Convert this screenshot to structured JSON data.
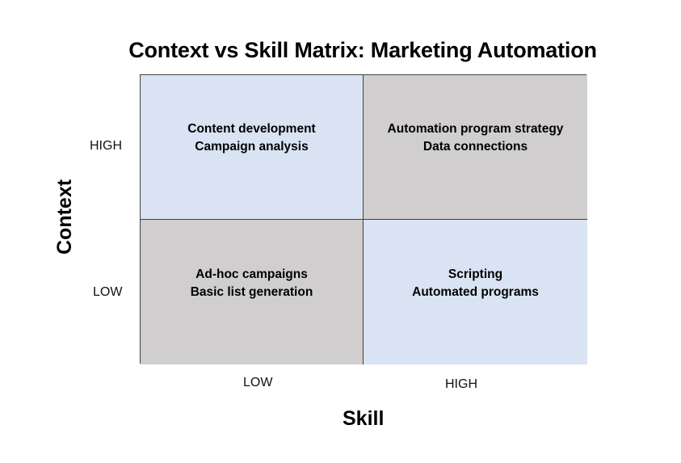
{
  "diagram": {
    "title": "Context vs Skill Matrix: Marketing Automation",
    "type": "2x2 matrix",
    "axes": {
      "x": {
        "label": "Skill",
        "ticks": [
          "LOW",
          "HIGH"
        ]
      },
      "y": {
        "label": "Context",
        "ticks": [
          "HIGH",
          "LOW"
        ]
      }
    },
    "colors": {
      "light_blue": "#dae3f3",
      "gray": "#d0cece",
      "border": "#404040"
    },
    "quadrants": {
      "high_context_low_skill": {
        "color": "#dae3f3",
        "lines": [
          "Content development",
          "Campaign analysis"
        ]
      },
      "high_context_high_skill": {
        "color": "#d0cece",
        "lines": [
          "Automation program strategy",
          "Data connections"
        ]
      },
      "low_context_low_skill": {
        "color": "#d0cece",
        "lines": [
          "Ad-hoc campaigns",
          "Basic list generation"
        ]
      },
      "low_context_high_skill": {
        "color": "#dae3f3",
        "lines": [
          "Scripting",
          "Automated programs"
        ]
      }
    }
  }
}
